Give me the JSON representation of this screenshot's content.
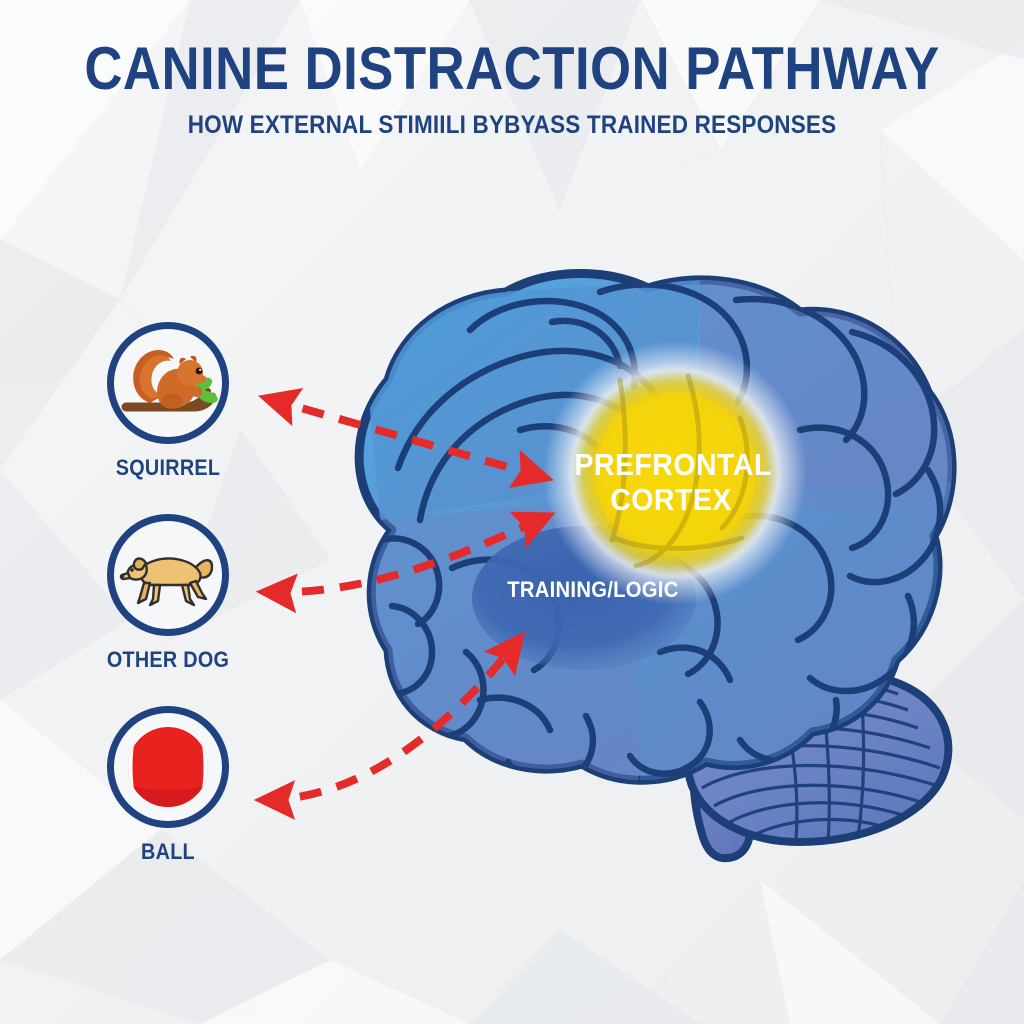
{
  "header": {
    "title": "CANINE DISTRACTION PATHWAY",
    "subtitle": "HOW EXTERNAL STIMIILI BYBYASS TRAINED RESPONSES"
  },
  "colors": {
    "navy": "#1f4280",
    "brain_outline": "#1d3f78",
    "brain_blue_light": "#4f9bd9",
    "brain_blue_mid": "#5b86c8",
    "brain_blue_deep": "#3f6fb5",
    "brain_purple": "#7183c4",
    "highlight_yellow": "#f5d60d",
    "arrow_red": "#e52a2a",
    "label_white": "#ffffff",
    "background": "#f2f3f4"
  },
  "stimuli": [
    {
      "id": "squirrel",
      "label": "SQUIRREL",
      "icon": "squirrel-icon"
    },
    {
      "id": "other-dog",
      "label": "OTHER DOG",
      "icon": "dog-icon"
    },
    {
      "id": "ball",
      "label": "BALL",
      "icon": "ball-icon"
    }
  ],
  "brain": {
    "prefrontal_cortex_label_line1": "PREFRONTAL",
    "prefrontal_cortex_label_line2": "CORTEX",
    "training_logic_label": "TRAINING/LOGIC"
  },
  "arrows": {
    "count": 3,
    "style": "dashed",
    "color": "#e52a2a",
    "double_headed": true
  }
}
